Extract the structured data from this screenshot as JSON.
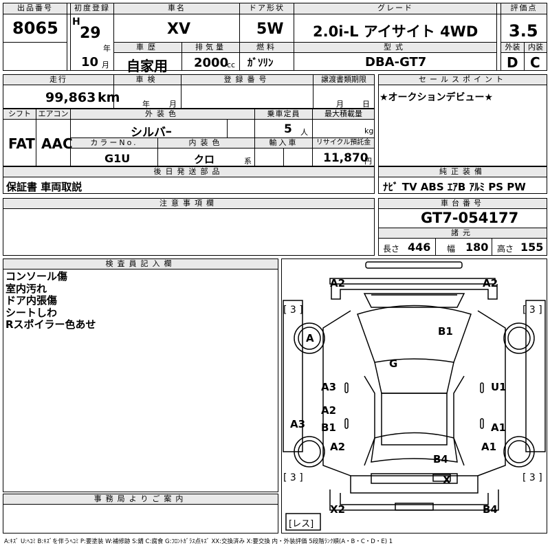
{
  "header": {
    "lot_label": "出品番号",
    "lot_no": "8065",
    "first_reg_label": "初度登録",
    "era": "H",
    "year": "29",
    "year_unit": "年",
    "month": "10",
    "month_unit": "月",
    "car_name_label": "車名",
    "car_name": "XV",
    "car_history_label": "車歴",
    "car_history": "自家用",
    "displacement_label": "排気量",
    "displacement": "2000",
    "displacement_unit": "cc",
    "door_label": "ドア形状",
    "door": "5W",
    "fuel_label": "燃料",
    "fuel": "ｶﾞｿﾘﾝ",
    "grade_label": "グレード",
    "grade": "2.0i-L アイサイト 4WD",
    "model_label": "型式",
    "model": "DBA-GT7",
    "score_label": "評価点",
    "score": "3.5",
    "exterior_label": "外装",
    "exterior": "D",
    "interior_label": "内装",
    "interior": "C"
  },
  "row2": {
    "mileage_label": "走行",
    "mileage": "99,863",
    "mileage_unit": "km",
    "inspection_label": "車検",
    "insp_year_unit": "年",
    "insp_month_unit": "月",
    "reg_no_label": "登録番号",
    "transfer_label": "譲渡書類期限",
    "transfer_month_unit": "月",
    "transfer_day_unit": "日",
    "selling_label": "セールスポイント",
    "selling_point": "★オークションデビュー★"
  },
  "row3": {
    "shift_label": "シフト",
    "shift": "FAT",
    "ac_label": "エアコン",
    "ac": "AAC",
    "ext_color_label": "外装色",
    "ext_color": "シルバｰ",
    "capacity_label": "乗車定員",
    "capacity": "5",
    "capacity_unit": "人",
    "max_load_label": "最大積載量",
    "max_load_unit": "kg",
    "color_no_label": "カラーNo.",
    "color_no": "G1U",
    "int_color_label": "内装色",
    "int_color": "クロ",
    "int_color_unit": "系",
    "import_label": "輸入車",
    "recycle_label": "リサイクル預託金",
    "recycle": "11,870",
    "recycle_unit": "円"
  },
  "parts": {
    "label": "後日発送部品",
    "value": "保証書 車両取説",
    "equip_label": "純正装備",
    "equipment": "ﾅﾋﾞ TV ABS ｴｱB ｱﾙﾐ PS PW"
  },
  "notes": {
    "label": "注意事項欄",
    "chassis_label": "車台番号",
    "chassis": "GT7-054177",
    "dims_label": "諸元",
    "length_label": "長さ",
    "length": "446",
    "width_label": "幅",
    "width": "180",
    "height_label": "高さ",
    "height": "155"
  },
  "inspector": {
    "label": "検査員記入欄",
    "lines": [
      "コンソール傷",
      "室内汚れ",
      "ドア内張傷",
      "シートしわ",
      "Rスポイラー色あせ"
    ]
  },
  "office": {
    "label": "事務局よりご案内"
  },
  "diagram": {
    "marks": [
      "A2",
      "A2",
      "[ 3 ]",
      "[ 3 ]",
      "A",
      "B1",
      "G",
      "A3",
      "U1",
      "A2",
      "A3",
      "B1",
      "A1",
      "A2",
      "A1",
      "B4",
      "[ 3 ]",
      "[ 3 ]",
      "X",
      "X2",
      "B4",
      "[レス]"
    ]
  },
  "legend": "A:ｷｽﾞ U:ﾍｺﾐ B:ｷｽﾞを伴うﾍｺﾐ P:要塗装 W:補修跡 S:錆 C:腐食 G:ﾌﾛﾝﾄｶﾞﾗｽ点ｷｽﾞ XX:交換済み X:要交換 内・外装評価 5段階ﾗﾝｸ順(A・B・C・D・E) 1"
}
